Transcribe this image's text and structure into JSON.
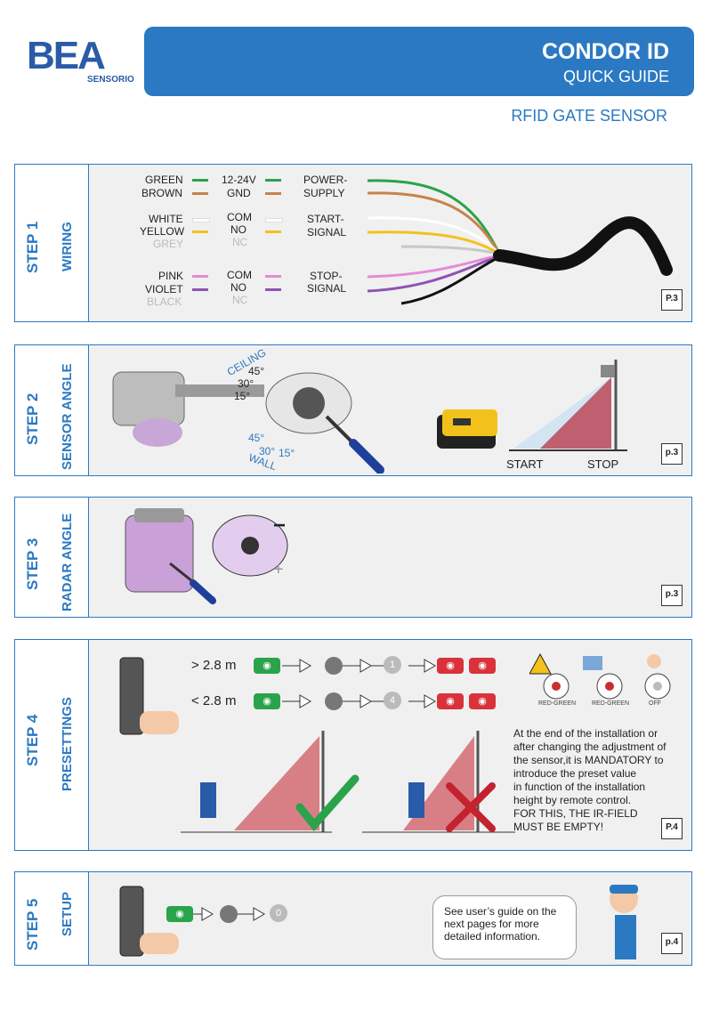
{
  "brand": {
    "logo": "BEA",
    "sub": "SENSORIO"
  },
  "header": {
    "title": "CONDOR ID",
    "subtitle": "QUICK GUIDE",
    "product": "RFID GATE SENSOR"
  },
  "steps": [
    {
      "label": "STEP 1",
      "name": "WIRING",
      "page": "P.3"
    },
    {
      "label": "STEP 2",
      "name": "SENSOR ANGLE",
      "page": "p.3"
    },
    {
      "label": "STEP 3",
      "name": "RADAR  ANGLE",
      "page": "p.3"
    },
    {
      "label": "STEP 4",
      "name": "PRESETTINGS",
      "page": "P.4"
    },
    {
      "label": "STEP 5",
      "name": "SETUP",
      "page": "p.4"
    }
  ],
  "wiring": {
    "colors": [
      "GREEN",
      "BROWN",
      "WHITE",
      "YELLOW",
      "GREY",
      "PINK",
      "VIOLET",
      "BLACK"
    ],
    "terms": [
      "12-24V",
      "GND",
      "COM",
      "NO",
      "NC",
      "COM",
      "NO",
      "NC"
    ],
    "groups": [
      "POWER-",
      "SUPPLY",
      "START-",
      "SIGNAL",
      "STOP-",
      "SIGNAL"
    ],
    "wire_colors": [
      "#2aa34a",
      "#c8824a",
      "#ffffff",
      "#f2c21b",
      "#c8c8c8",
      "#e48cd6",
      "#8e54b4",
      "#111111"
    ]
  },
  "sensor_angle": {
    "ceiling": "CEILING",
    "wall": "WALL",
    "angles_ceiling": [
      "45°",
      "30°",
      "15°"
    ],
    "angles_wall": [
      "45°",
      "30°",
      "15°"
    ],
    "start": "START",
    "stop": "STOP"
  },
  "radar_angle": {
    "minus": "−",
    "plus": "+"
  },
  "presettings": {
    "row1": {
      "label": "> 2.8 m",
      "value": "1"
    },
    "row2": {
      "label": "< 2.8 m",
      "value": "4"
    },
    "led_labels": [
      "RED-GREEN",
      "RED-GREEN",
      "OFF"
    ],
    "note": [
      "At the end of the installation or",
      "after changing the adjustment of",
      "the sensor,it is MANDATORY to",
      "introduce the preset value",
      "in function of the installation",
      "height by remote control.",
      "FOR THIS, THE IR-FIELD",
      "MUST BE EMPTY!"
    ]
  },
  "setup": {
    "value": "0",
    "bubble": "See user’s guide on the next pages for more detailed information."
  }
}
